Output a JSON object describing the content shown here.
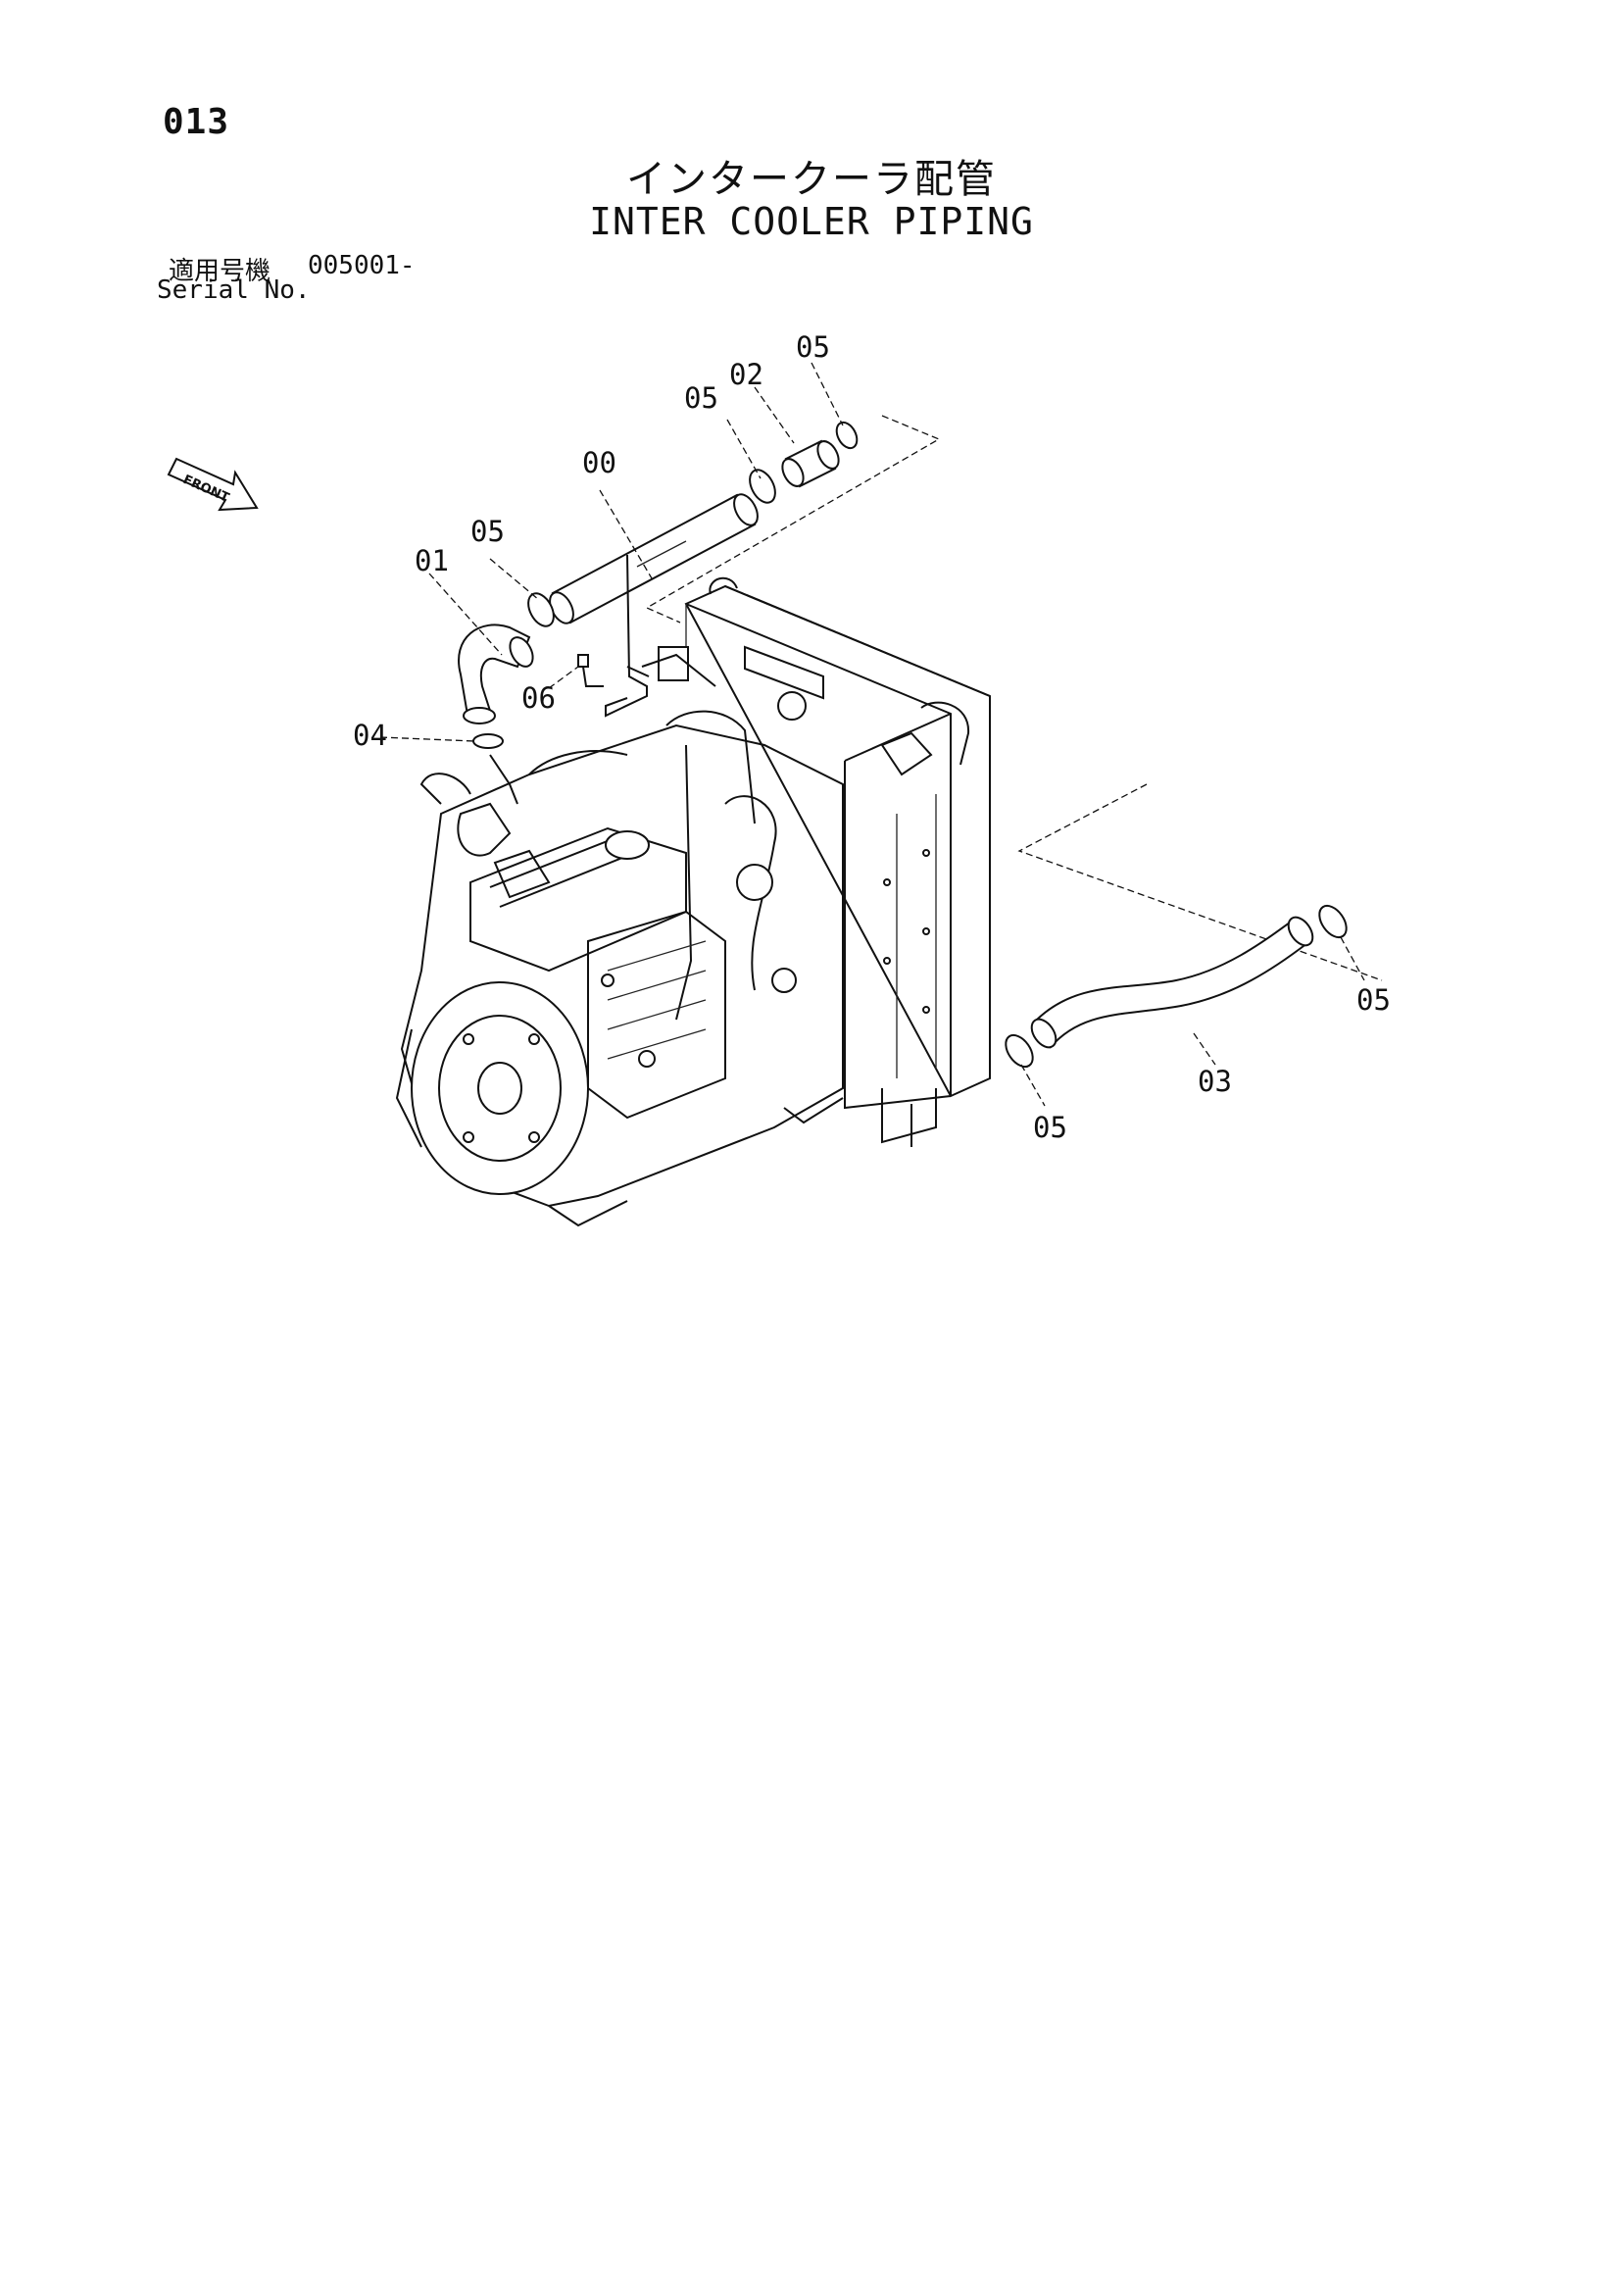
{
  "page_number": "013",
  "title_jp": "インタークーラ配管",
  "title_en": "INTER COOLER PIPING",
  "serial": {
    "label_jp": "適用号機",
    "value": "005001-",
    "label_en": "Serial No."
  },
  "front_marker": "FRONT",
  "callouts": {
    "p00": "00",
    "p01": "01",
    "p02": "02",
    "p03": "03",
    "p04": "04",
    "p05_a": "05",
    "p05_b": "05",
    "p05_c": "05",
    "p05_d": "05",
    "p05_e": "05",
    "p06": "06"
  },
  "icons": {
    "front_arrow": "front-arrow-icon"
  }
}
